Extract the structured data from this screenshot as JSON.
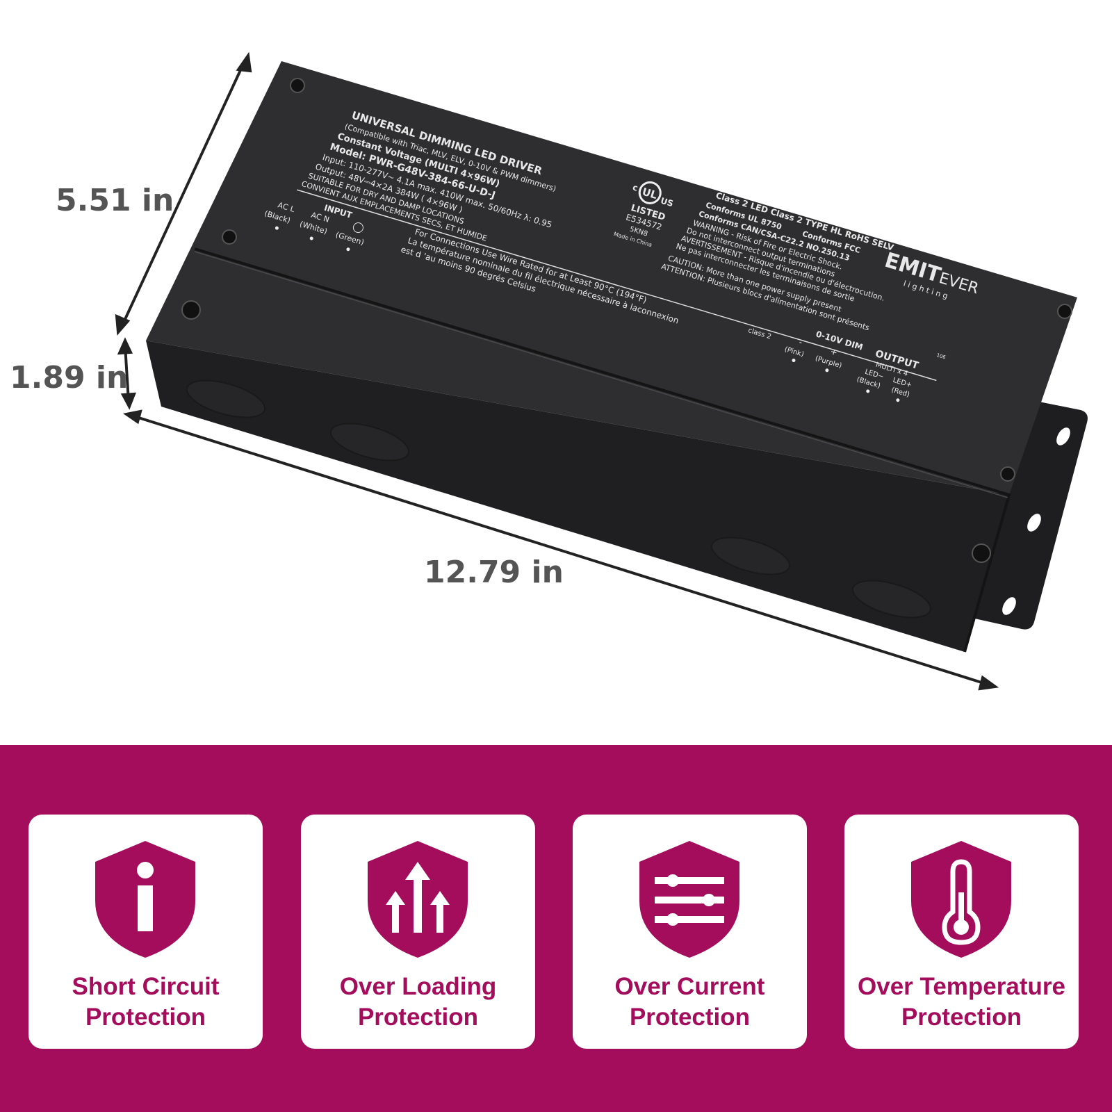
{
  "dimensions": {
    "width": "12.79 in",
    "depth": "5.51 in",
    "height": "1.89 in"
  },
  "label": {
    "title": "UNIVERSAL DIMMING LED DRIVER",
    "compat": "(Compatible with Triac, MLV, ELV, 0-10V & PWM dimmers)",
    "cv": "Constant Voltage (MULTI 4×96W)",
    "model": "Model: PWR-G48V-384-66-U-D-J",
    "input": "Input: 110-277V~ 4.1A max.  410W max.   50/60Hz  λ: 0.95",
    "output": "Output: 48V⎓4×2A  384W ( 4×96W )",
    "suitable": "SUITABLE FOR DRY AND DAMP LOCATIONS",
    "convient": "CONVIENT AUX EMPLACEMENTS SECS, ET HUMIDE",
    "input_header": "INPUT",
    "ac_l": "AC L",
    "ac_n": "AC N",
    "black": "(Black)",
    "white": "(White)",
    "green": "(Green)",
    "ul_c": "c",
    "ul_us": "US",
    "ul_mark": "UL",
    "ul_listed": "LISTED",
    "ul_file": "E534572",
    "ul_code": "5KN8",
    "made_in": "Made in China",
    "class_line": "Class 2   LED Class 2   TYPE HL    RoHS    SELV",
    "conforms_ul": "Conforms UL 8750",
    "conforms_fcc": "Conforms FCC",
    "conforms_csa": "Conforms CAN/CSA-C22.2 NO.250.13",
    "warning1": "WARNING - Risk of Fire or Electric Shock.",
    "warning2": "Do not interconnect output terminations",
    "warning3": "AVERTISSEMENT - Risque d'incendie ou d'électrocution.",
    "warning4": "Ne pas interconnecter les terminaisons de sortie",
    "caution1": "CAUTION: More than one power supply present",
    "caution2": "ATTENTION: Plusieurs blocs d'alimentation sont présents",
    "wire1": "For Connections Use Wire Rated for at Least 90°C (194°F)",
    "wire2": "La température nominale du fil électrique nécessaire à laconnexion",
    "wire3": "est d 'au moins 90 degrés Celsius",
    "brand_emit": "EMIT",
    "brand_ever": "EVER",
    "brand_sub": "l i g h t i n g",
    "dim_header": "0-10V DIM",
    "output_header": "OUTPUT",
    "multi": "MULTI x 4",
    "code_106": "106",
    "class2": "class 2",
    "minus": "-",
    "plus": "+",
    "pink": "(Pink)",
    "purple": "(Purple)",
    "led_minus": "LED−",
    "led_plus": "LED+",
    "out_black": "(Black)",
    "out_red": "(Red)"
  },
  "features": [
    {
      "icon": "info-icon",
      "line1": "Short Circuit",
      "line2": "Protection"
    },
    {
      "icon": "arrows-up-icon",
      "line1": "Over Loading",
      "line2": "Protection"
    },
    {
      "icon": "sliders-icon",
      "line1": "Over Current",
      "line2": "Protection"
    },
    {
      "icon": "thermometer-icon",
      "line1": "Over Temperature",
      "line2": "Protection"
    }
  ],
  "colors": {
    "brand": "#a30d5c",
    "device": "#2b2b2d",
    "dimension_text": "#545454"
  }
}
